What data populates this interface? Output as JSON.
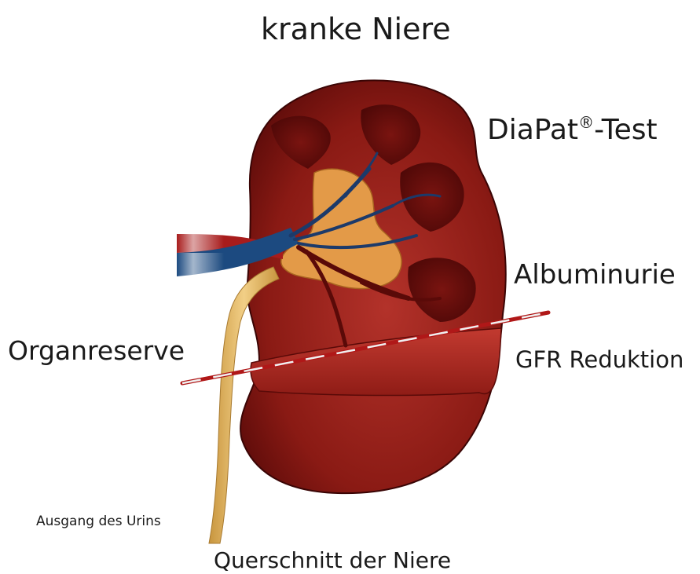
{
  "title": "kranke Niere",
  "labels": {
    "diapat_name": "DiaPat",
    "diapat_reg": "®",
    "diapat_suffix": "-Test",
    "albuminurie": "Albuminurie",
    "organreserve": "Organreserve",
    "gfr_reduktion": "GFR Reduktion",
    "ausgang_urin": "Ausgang des Urins",
    "querschnitt": "Querschnitt der Niere"
  },
  "colors": {
    "kidney_dark": "#5a0a08",
    "kidney_mid": "#8e1a14",
    "kidney_light": "#b8342a",
    "pelvis": "#e8a850",
    "vein": "#1c4a80",
    "artery": "#a81c1c",
    "ureter": "#e2b86a",
    "needle_red": "#b01818",
    "needle_white": "#f0f0f0"
  }
}
